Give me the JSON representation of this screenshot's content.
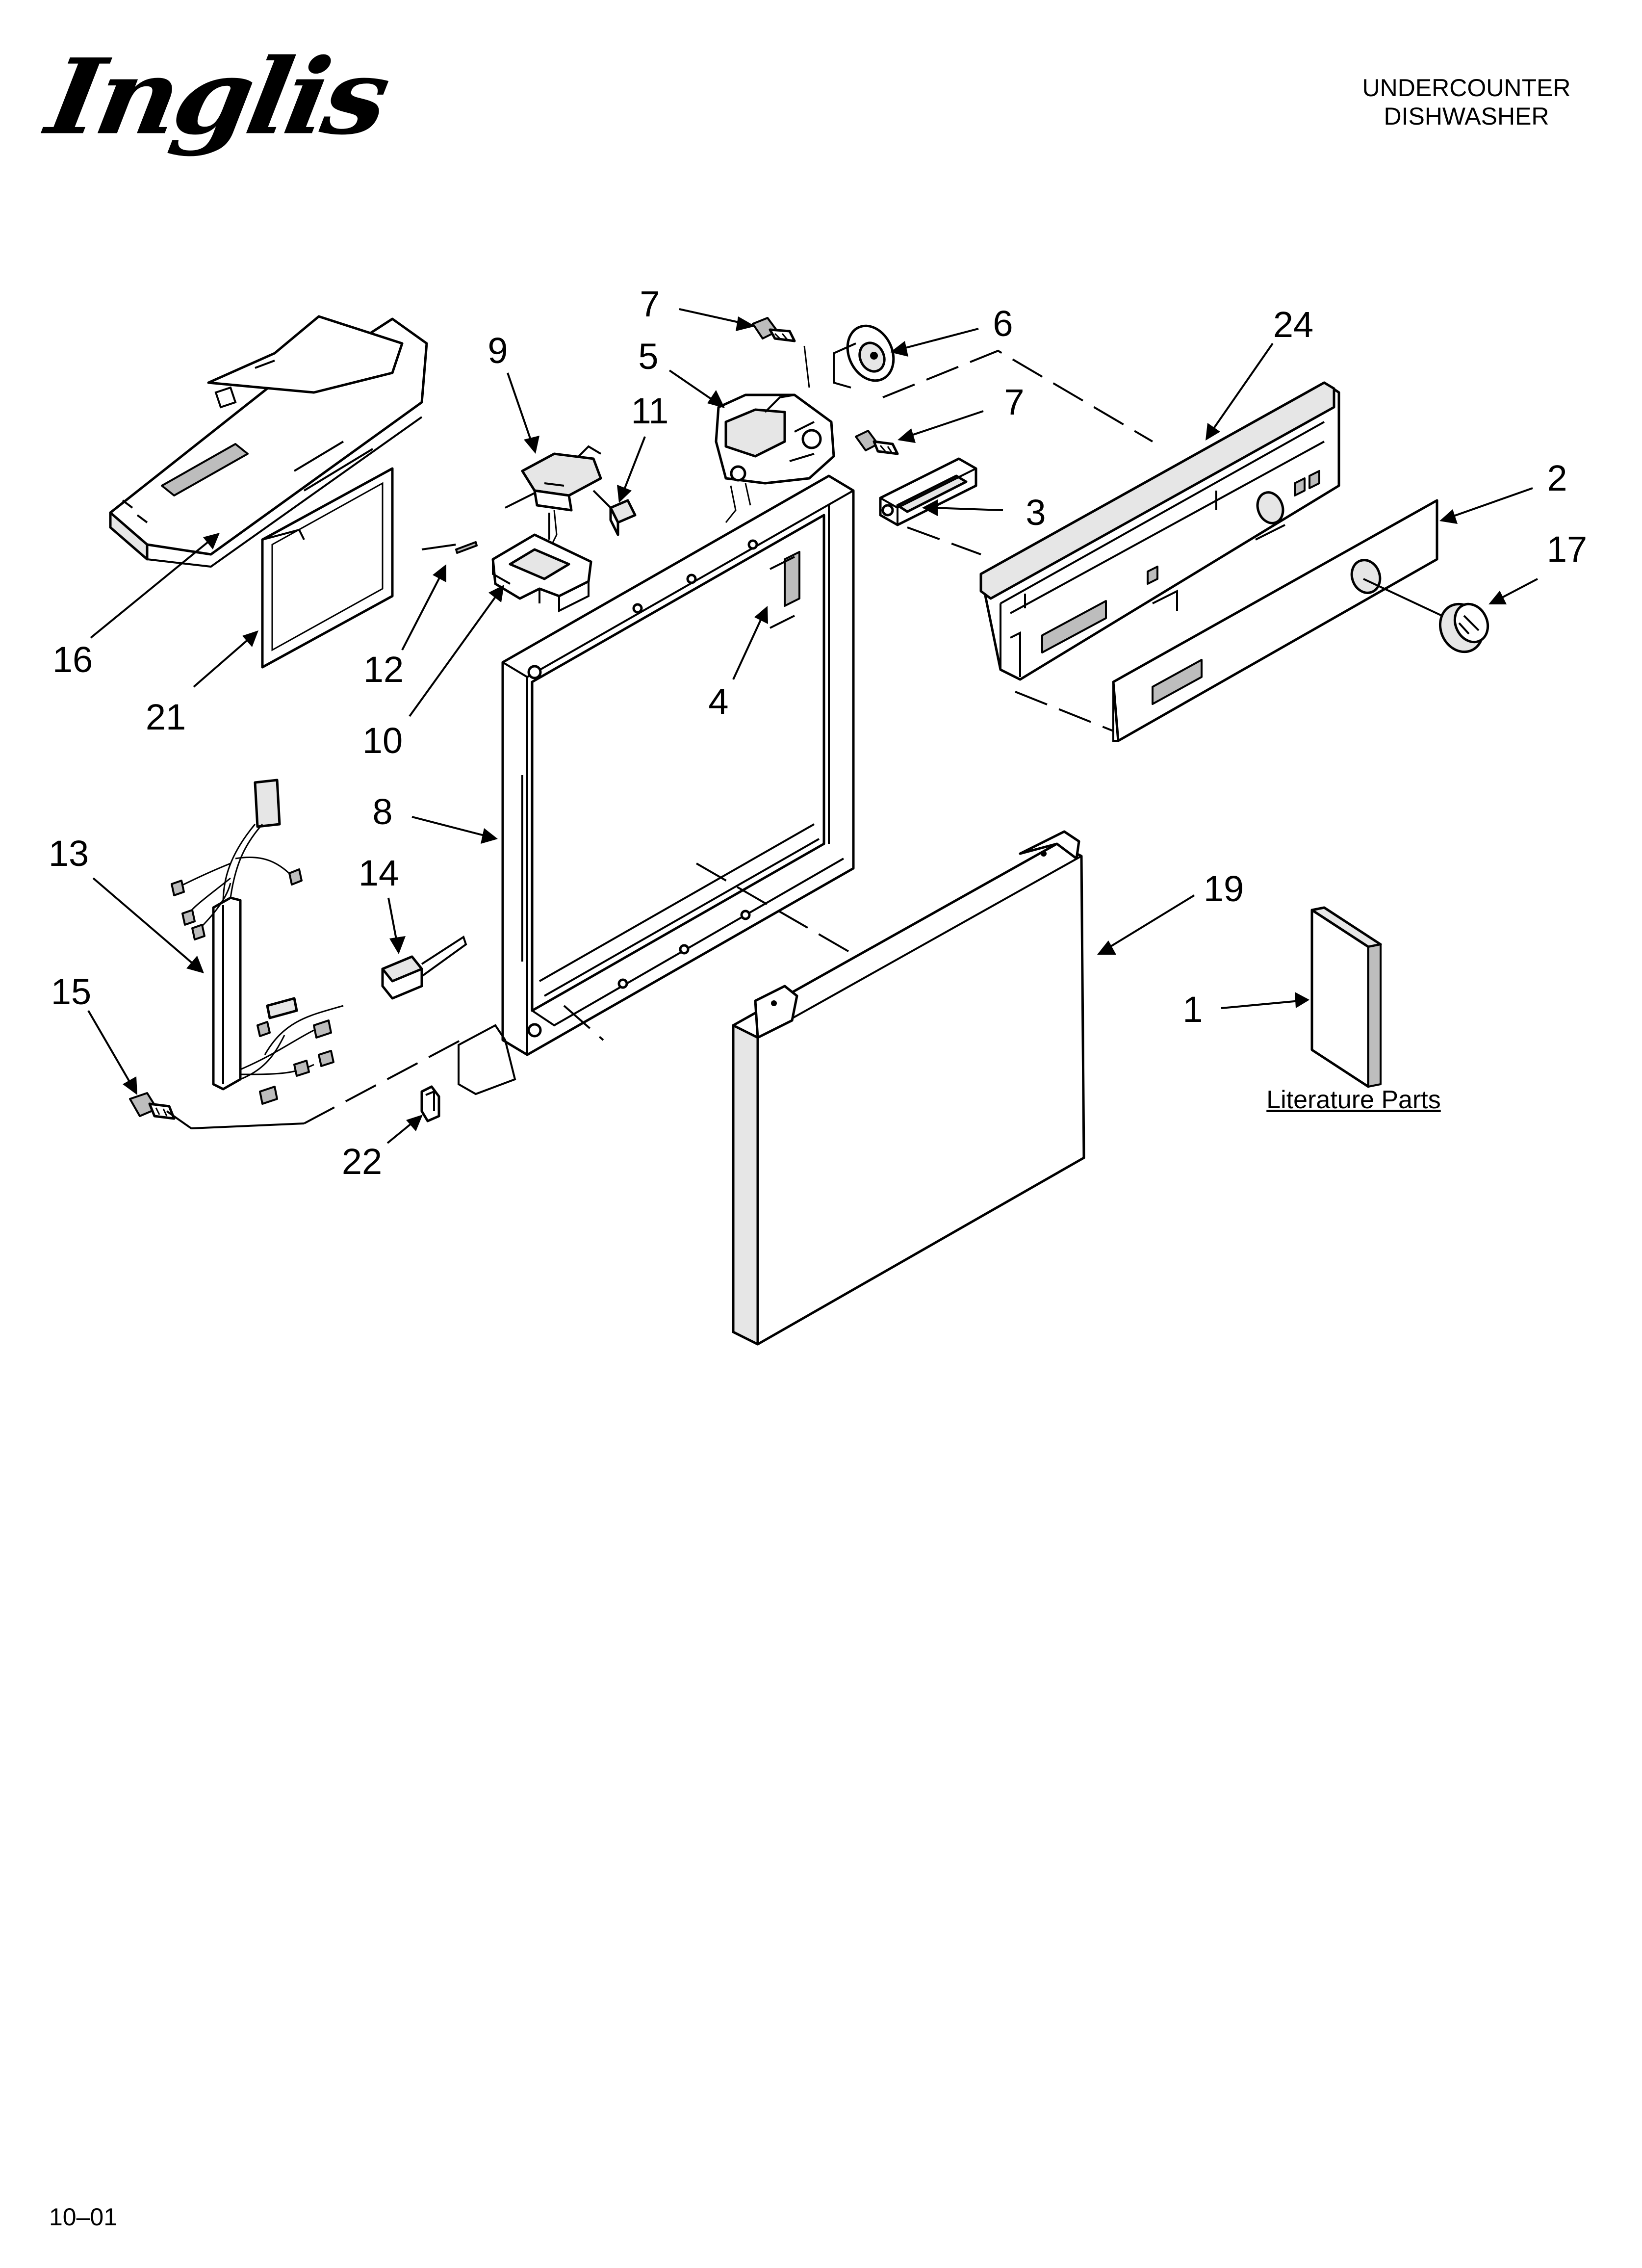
{
  "header": {
    "brand": "Inglis",
    "title_line1": "UNDERCOUNTER",
    "title_line2": "DISHWASHER"
  },
  "callouts": {
    "c1": "1",
    "c2": "2",
    "c3": "3",
    "c4": "4",
    "c5": "5",
    "c6": "6",
    "c7a": "7",
    "c7b": "7",
    "c8": "8",
    "c9": "9",
    "c10": "10",
    "c11": "11",
    "c12": "12",
    "c13": "13",
    "c14": "14",
    "c15": "15",
    "c16": "16",
    "c17": "17",
    "c19": "19",
    "c21": "21",
    "c22": "22",
    "c24": "24"
  },
  "literature_label": "Literature Parts",
  "footer": {
    "date_code": "10–01"
  }
}
